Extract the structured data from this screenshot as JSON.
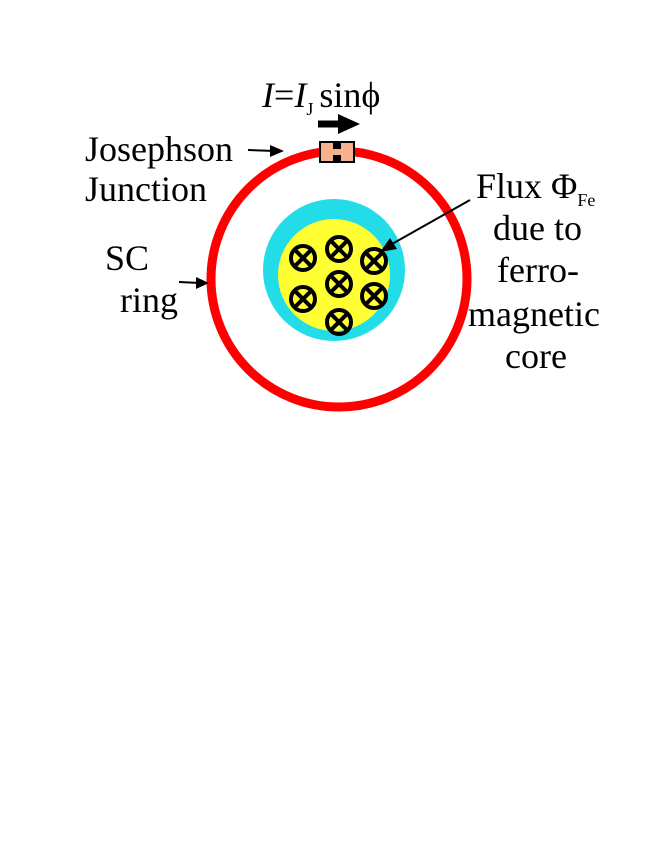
{
  "colors": {
    "background": "#ffffff",
    "sc_ring": "#ff0000",
    "ferromagnetic_core_outer": "#22dde8",
    "ferromagnetic_core_inner": "#ffff33",
    "junction_fill": "#f7b18f",
    "flux_symbol": "#000000"
  },
  "current_label": {
    "I": "I",
    "equals": "=",
    "I_sym": "I",
    "subscript": "J",
    "func": "sinϕ"
  },
  "labels": {
    "junction_line1": "Josephson",
    "junction_line2": "Junction",
    "ring_line1": "SC",
    "ring_line2": "ring",
    "flux_word": "Flux ",
    "flux_symbol": "Φ",
    "flux_subscript": "Fe",
    "flux_line2": "due to",
    "flux_line3": "ferro-",
    "flux_line4": "magnetic",
    "flux_line5": "core"
  },
  "icons": {
    "flux_markers": "circled-x-icon",
    "current_direction": "right-arrow-icon"
  },
  "flux_marker_count": 7
}
